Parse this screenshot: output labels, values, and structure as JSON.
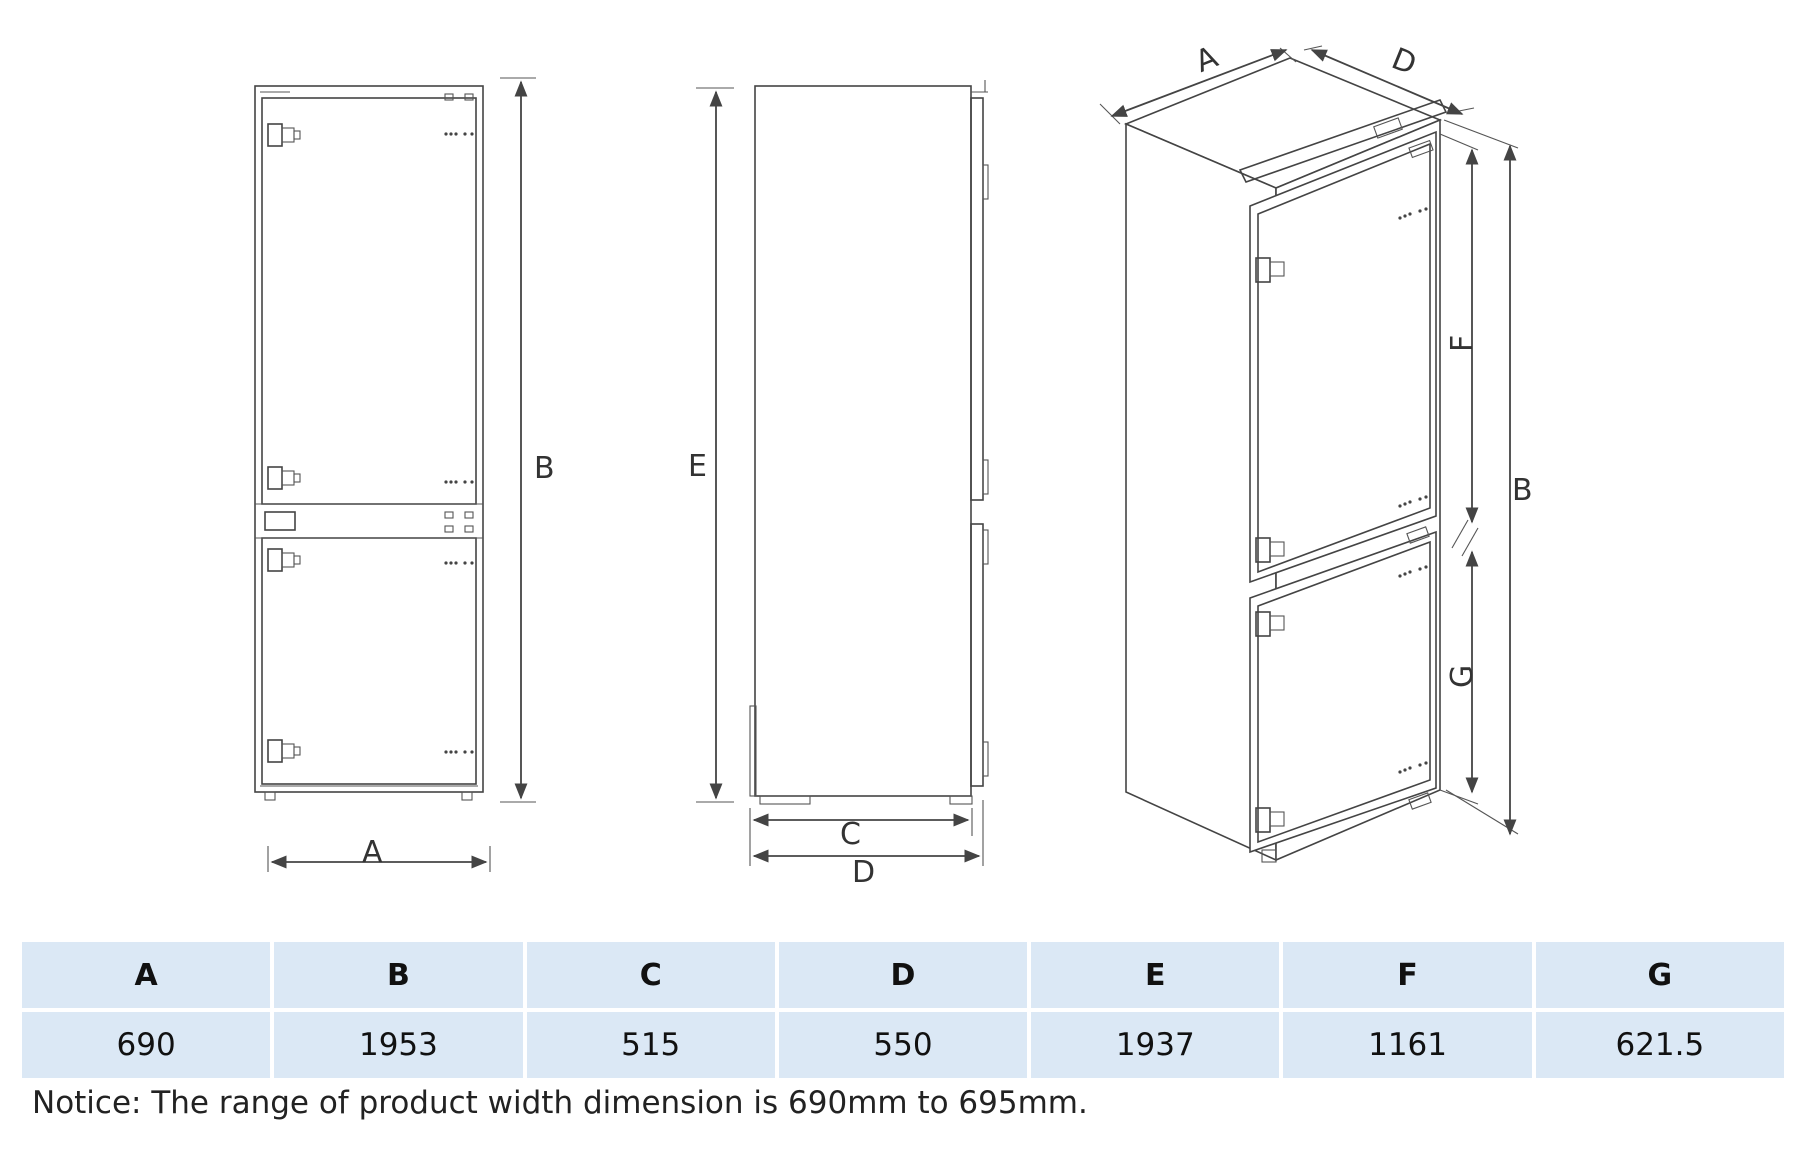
{
  "diagram": {
    "front_view": {
      "width_label": "A",
      "height_label": "B"
    },
    "side_view": {
      "height_label": "E",
      "depth_body_label": "C",
      "depth_total_label": "D"
    },
    "iso_view": {
      "width_label": "A",
      "depth_label": "D",
      "height_label": "B",
      "upper_door_label": "F",
      "lower_door_label": "G"
    }
  },
  "table": {
    "headers": [
      "A",
      "B",
      "C",
      "D",
      "E",
      "F",
      "G"
    ],
    "values": [
      "690",
      "1953",
      "515",
      "550",
      "1937",
      "1161",
      "621.5"
    ]
  },
  "notice": "Notice: The range of product width dimension is 690mm to 695mm."
}
